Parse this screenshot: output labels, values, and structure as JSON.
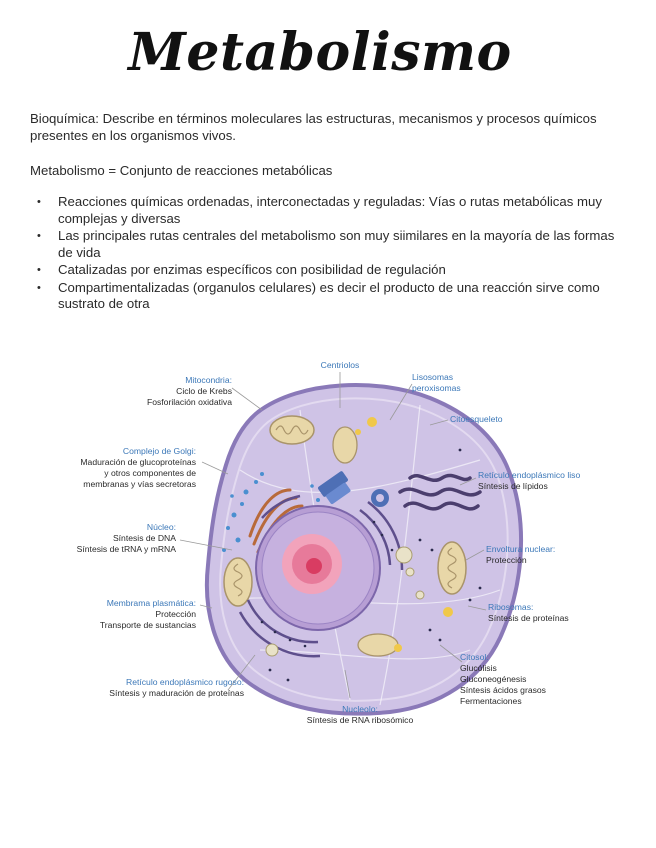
{
  "header": {
    "title": "Metabolismo"
  },
  "intro": "Bioquímica: Describe en términos moleculares las estructuras, mecanismos y procesos químicos presentes en los organismos vivos.",
  "definition": "Metabolismo = Conjunto de reacciones metabólicas",
  "bullets": [
    "Reacciones químicas ordenadas, interconectadas y reguladas: Vías o rutas metabólicas muy complejas y diversas",
    "Las principales rutas centrales del metabolismo son muy siimilares en la mayoría de las formas de vida",
    "Catalizadas por enzimas específicos con posibilidad de regulación",
    "Compartimentalizadas (organulos celulares) es decir el producto de una reacción sirve como sustrato de otra"
  ],
  "figure": {
    "labels": {
      "mitocondria": {
        "title": "Mitocondria:",
        "lines": [
          "Ciclo de Krebs",
          "Fosforilación oxidativa"
        ]
      },
      "golgi": {
        "title": "Complejo de Golgi:",
        "lines": [
          "Maduración de glucoproteínas",
          "y otros componentes de",
          "membranas y vías secretoras"
        ]
      },
      "nucleo": {
        "title": "Núcleo:",
        "lines": [
          "Síntesis de DNA",
          "Síntesis de tRNA y mRNA"
        ]
      },
      "membrana": {
        "title": "Membrama plasmática:",
        "lines": [
          "Protección",
          "Transporte de sustancias"
        ]
      },
      "rer": {
        "title": "Retículo endoplásmico rugoso:",
        "lines": [
          "Síntesis y maduración de proteínas"
        ]
      },
      "nucleolo": {
        "title": "Nucleolo:",
        "lines": [
          "Síntesis de RNA ribosómico"
        ]
      },
      "centriolos": {
        "title": "Centriolos",
        "lines": []
      },
      "lisosomas": {
        "title": "Lisosomas",
        "lines": [
          "peroxisomas"
        ]
      },
      "citoesqueleto": {
        "title": "Citoesqueleto",
        "lines": []
      },
      "rel": {
        "title": "Retículo endoplásmico liso",
        "lines": [
          "Síntesis de lípidos"
        ]
      },
      "envoltura": {
        "title": "Envoltura nuclear:",
        "lines": [
          "Protección"
        ]
      },
      "ribosomas": {
        "title": "Ribosomas:",
        "lines": [
          "Síntesis de proteínas"
        ]
      },
      "citosol": {
        "title": "Citosol:",
        "lines": [
          "Glucólisis",
          "Gluconeogénesis",
          "Síntesis ácidos grasos",
          "Fermentaciones"
        ]
      }
    },
    "colors": {
      "cytoplasm": "#cfc3e6",
      "membrane": "#8a79b8",
      "nucleus": "#b79ed4",
      "nucleolus": "#e0537a",
      "golgi": "#b86a3a",
      "mitochondria": "#e8d7a8",
      "label_title": "#3c78b8"
    }
  }
}
